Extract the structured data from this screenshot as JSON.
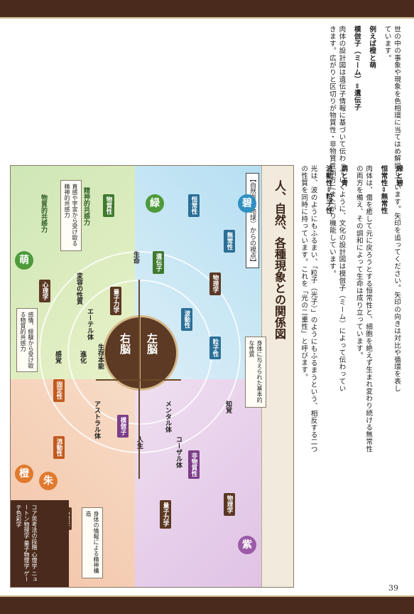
{
  "page": {
    "number": "39"
  },
  "text_columns": [
    "世の中の事象や現象を色相環に当てはめ解説しています。矢印を追ってください。矢印の向きは対比や循環を表しています。",
    "例えば橙と萌",
    "模倣子（ミーム）⇔遺伝子",
    "肉体の設計図は遺伝子情報に基づいて伝わっていくように、文化の設計図は模倣子（ミーム）によって伝わっていきます。広がりと区切りが物質性・非物質性両方にまたがり機能しています。",
    "緑と碧",
    "恒常性⇔無常性",
    "肉体は、傷を癒して元に戻ろうとする恒常性と、細胞を絶えず生まれ変わり続ける無常性の両方を備え、その調和によって生命は成り立っています。",
    "萌と青",
    "波動性⇔粒子性",
    "光は、波のようにもふるまい、「粒子（光子）」のようにもふるまうという、相反する二つの性質を同時に持っています。これを「光の二重性」と呼びます。"
  ],
  "diagram": {
    "title": "人、自然、各種現象との関係図",
    "subtitle": "【自然界（地球）からの視点】",
    "center": {
      "right": "右脳",
      "left": "左脳"
    },
    "kanji": {
      "moe": "萌",
      "ao": "碧",
      "daidai": "橙",
      "murasaki": "紫",
      "midori": "緑",
      "shu": "朱"
    },
    "tags": {
      "busshitsu": "物質性",
      "hibusshitsu": "非物質性",
      "koujou": "恒常性",
      "mujou": "無常性",
      "hadou": "波動性",
      "ryushi": "粒子性",
      "idenshi": "遺伝子",
      "mosha": "模倣子",
      "kotei": "固定性",
      "ryudou": "流動性",
      "shinrigaku_l": "心理学",
      "shinrigaku_r": "心理学",
      "butsurigaku_r": "物理学",
      "butsurigaku_b": "物理学",
      "ryoushi_t": "量子力学",
      "ryoushi_b": "量子力学"
    },
    "labels": {
      "seishin_kyokan": "精神的共感力",
      "busshitsu_kyokan": "物質的共感力",
      "henyo": "変容の性質",
      "seimei": "生命",
      "seibutsu": "生存本能",
      "ether": "エーテル体",
      "mental": "メンタル体",
      "astral": "アストラル体",
      "causal": "コーザル体",
      "jinsei": "人生",
      "shinka": "進化",
      "kankaku": "感覚",
      "chikaku": "知覚"
    },
    "boxes": {
      "b1": "感情、経験から受け取る物質的共感力",
      "b2": "直感や宇宙から受け取る精神的共感力",
      "b3": "身体に与えられた基本的な性質",
      "b4": "身体の情報による精神構造"
    },
    "legend": "コア思考法の段階 心理学 ニュートン物理学 量子物理学 ゲーテ色彩学"
  },
  "colors": {
    "frame": "#4a2a1c",
    "green": "#3f7a2f",
    "blue": "#2b6f97",
    "orange": "#c25a1e",
    "purple": "#7c3e89"
  }
}
